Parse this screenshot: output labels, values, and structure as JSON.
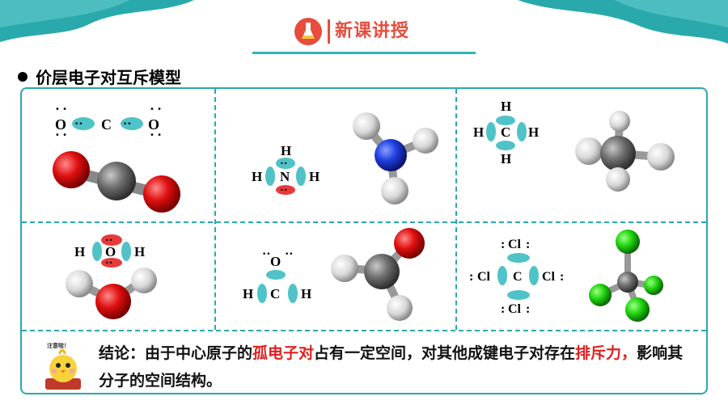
{
  "header": {
    "title": "新课讲授",
    "icon": "chemistry-flask-icon"
  },
  "section": {
    "title": "价层电子对互斥模型"
  },
  "molecules": {
    "co2": {
      "atoms": [
        "O",
        "C",
        "O"
      ]
    },
    "nh3": {
      "atoms": [
        "H",
        "H",
        "N",
        "H"
      ]
    },
    "ch4": {
      "atoms": [
        "H",
        "H",
        "C",
        "H",
        "H"
      ]
    },
    "h2o": {
      "atoms": [
        "H",
        "O",
        "H"
      ]
    },
    "ch2o": {
      "atoms": [
        "O",
        "H",
        "C",
        "H"
      ]
    },
    "ccl4": {
      "atoms": [
        "Cl",
        "Cl",
        "C",
        "Cl",
        "Cl"
      ]
    }
  },
  "mascot": {
    "label": "注意啦！"
  },
  "conclusion": {
    "prefix": "结论：由于中心原子的",
    "highlight1": "孤电子对",
    "middle": "占有一定空间，对其他成键电子对存在",
    "highlight2": "排斥力，",
    "suffix": "影响其分子的空间结构。"
  },
  "colors": {
    "accent": "#2aa9ac",
    "red": "#e02020",
    "pair": "#4fc3c7"
  }
}
